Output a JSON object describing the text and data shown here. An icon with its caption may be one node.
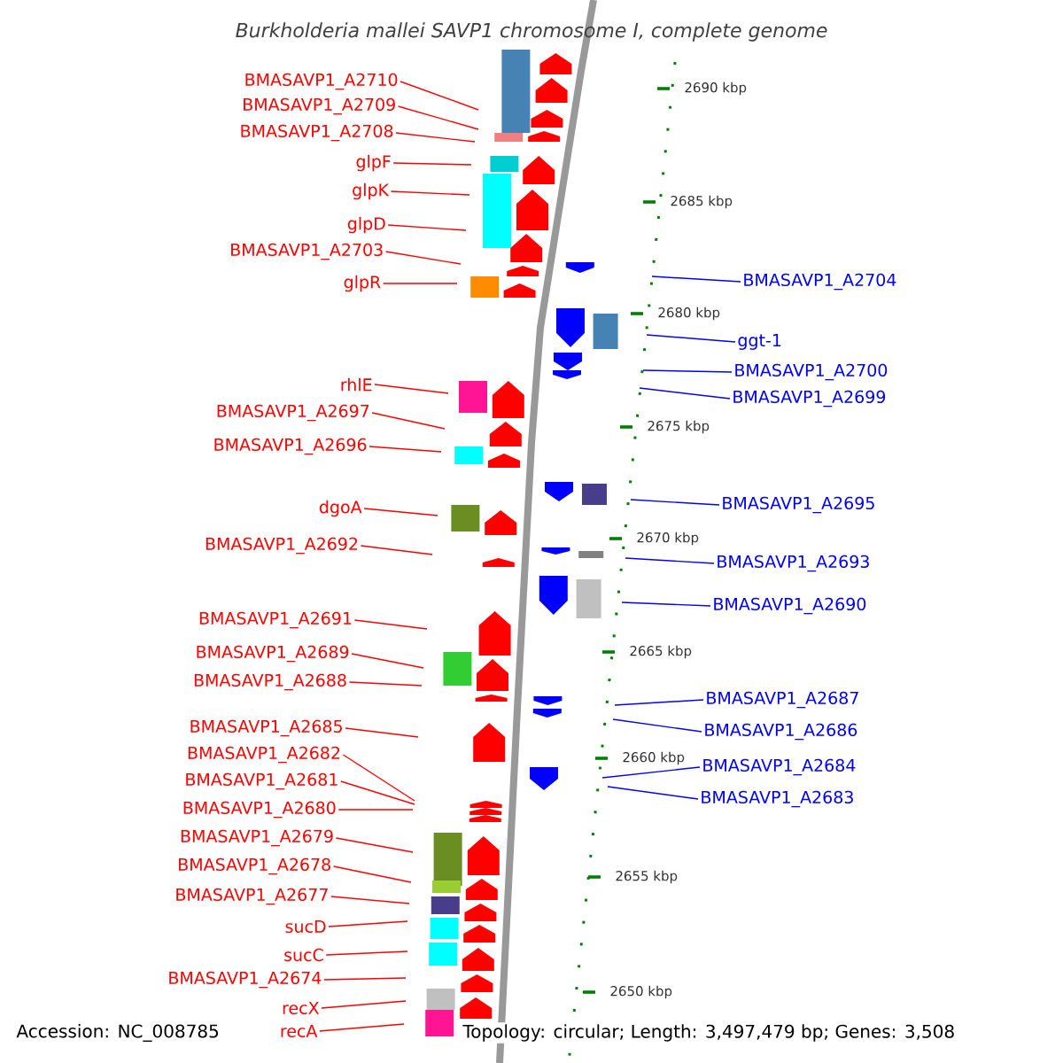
{
  "diagram": {
    "title": "Burkholderia mallei SAVP1 chromosome I, complete genome",
    "nodes": [
      {
        "text": [
          "BMASAVP1_A2710"
        ]
      },
      {
        "text": [
          "BMASAVP1_A2709"
        ]
      },
      {
        "text": [
          "BMASAVP1_A2708"
        ]
      },
      {
        "text": [
          "glpF"
        ]
      },
      {
        "text": [
          "glpK"
        ]
      },
      {
        "text": [
          "glpD"
        ]
      },
      {
        "text": [
          "BMASAVP1_A2703"
        ]
      },
      {
        "text": [
          "glpR"
        ]
      },
      {
        "text": [
          "rhlE"
        ]
      },
      {
        "text": [
          "BMASAVP1_A2697"
        ]
      },
      {
        "text": [
          "BMASAVP1_A2696"
        ]
      },
      {
        "text": [
          "dgoA"
        ]
      },
      {
        "text": [
          "BMASAVP1_A2692"
        ]
      },
      {
        "text": [
          "BMASAVP1_A2691"
        ]
      },
      {
        "text": [
          "BMASAVP1_A2689"
        ]
      },
      {
        "text": [
          "BMASAVP1_A2688"
        ]
      },
      {
        "text": [
          "BMASAVP1_A2685"
        ]
      },
      {
        "text": [
          "BMASAVP1_A2682"
        ]
      },
      {
        "text": [
          "BMASAVP1_A2681"
        ]
      },
      {
        "text": [
          "BMASAVP1_A2680"
        ]
      },
      {
        "text": [
          "BMASAVP1_A2679"
        ]
      },
      {
        "text": [
          "BMASAVP1_A2678"
        ]
      },
      {
        "text": [
          "BMASAVP1_A2677"
        ]
      },
      {
        "text": [
          "sucD"
        ]
      },
      {
        "text": [
          "sucC"
        ]
      },
      {
        "text": [
          "BMASAVP1_A2674"
        ]
      },
      {
        "text": [
          "recX"
        ]
      },
      {
        "text": [
          "recA"
        ]
      },
      {
        "text": [
          "BMASAVP1_A2704"
        ]
      },
      {
        "text": [
          "ggt-1"
        ]
      },
      {
        "text": [
          "BMASAVP1_A2700"
        ]
      },
      {
        "text": [
          "BMASAVP1_A2699"
        ]
      },
      {
        "text": [
          "BMASAVP1_A2695"
        ]
      },
      {
        "text": [
          "BMASAVP1_A2693"
        ]
      },
      {
        "text": [
          "BMASAVP1_A2690"
        ]
      },
      {
        "text": [
          "BMASAVP1_A2687"
        ]
      },
      {
        "text": [
          "BMASAVP1_A2686"
        ]
      },
      {
        "text": [
          "BMASAVP1_A2684"
        ]
      },
      {
        "text": [
          "BMASAVP1_A2683"
        ]
      }
    ],
    "edges": [
      {
        "from": 0,
        "to": null,
        "arrow": "none"
      },
      {
        "from": 1,
        "to": null,
        "arrow": "none"
      },
      {
        "from": 2,
        "to": null,
        "arrow": "none"
      },
      {
        "from": 3,
        "to": null,
        "arrow": "none"
      },
      {
        "from": 4,
        "to": null,
        "arrow": "none"
      },
      {
        "from": 5,
        "to": null,
        "arrow": "none"
      },
      {
        "from": 6,
        "to": null,
        "arrow": "none"
      },
      {
        "from": 7,
        "to": null,
        "arrow": "none"
      },
      {
        "from": 8,
        "to": null,
        "arrow": "none"
      },
      {
        "from": 9,
        "to": null,
        "arrow": "none"
      },
      {
        "from": 10,
        "to": null,
        "arrow": "none"
      },
      {
        "from": 11,
        "to": null,
        "arrow": "none"
      },
      {
        "from": 12,
        "to": null,
        "arrow": "none"
      },
      {
        "from": 13,
        "to": null,
        "arrow": "none"
      },
      {
        "from": 14,
        "to": null,
        "arrow": "none"
      },
      {
        "from": 15,
        "to": null,
        "arrow": "none"
      },
      {
        "from": 16,
        "to": null,
        "arrow": "none"
      },
      {
        "from": 17,
        "to": null,
        "arrow": "none"
      },
      {
        "from": 18,
        "to": null,
        "arrow": "none"
      },
      {
        "from": 19,
        "to": null,
        "arrow": "none"
      },
      {
        "from": 20,
        "to": null,
        "arrow": "none"
      },
      {
        "from": 21,
        "to": null,
        "arrow": "none"
      },
      {
        "from": 22,
        "to": null,
        "arrow": "none"
      },
      {
        "from": 23,
        "to": null,
        "arrow": "none"
      },
      {
        "from": 24,
        "to": null,
        "arrow": "none"
      },
      {
        "from": 25,
        "to": null,
        "arrow": "none"
      },
      {
        "from": 26,
        "to": null,
        "arrow": "none"
      },
      {
        "from": 27,
        "to": null,
        "arrow": "none"
      },
      {
        "from": 28,
        "to": null,
        "arrow": "none",
        "color": "#0000ff"
      },
      {
        "from": 29,
        "to": null,
        "arrow": "none",
        "color": "#0000ff"
      },
      {
        "from": 30,
        "to": null,
        "arrow": "none",
        "color": "#0000ff"
      },
      {
        "from": 31,
        "to": null,
        "arrow": "none",
        "color": "#0000ff"
      },
      {
        "from": 32,
        "to": null,
        "arrow": "none",
        "color": "#0000ff"
      },
      {
        "from": 33,
        "to": null,
        "arrow": "none",
        "color": "#0000ff"
      },
      {
        "from": 34,
        "to": null,
        "arrow": "none",
        "color": "#0000ff"
      },
      {
        "from": 35,
        "to": null,
        "arrow": "none",
        "color": "#0000ff"
      },
      {
        "from": 36,
        "to": null,
        "arrow": "none",
        "color": "#0000ff"
      },
      {
        "from": 37,
        "to": null,
        "arrow": "none",
        "color": "#0000ff"
      },
      {
        "from": 38,
        "to": null,
        "arrow": "none",
        "color": "#0000ff"
      }
    ],
    "labels": [
      "2690 kbp",
      "2685 kbp",
      "2680 kbp",
      "2675 kbp",
      "2670 kbp",
      "2665 kbp",
      "2660 kbp",
      "2655 kbp",
      "2650 kbp",
      "Accession: NC_008785",
      "Topology: circular; Length: 3,497,479 bp; Genes: 3,508"
    ]
  }
}
